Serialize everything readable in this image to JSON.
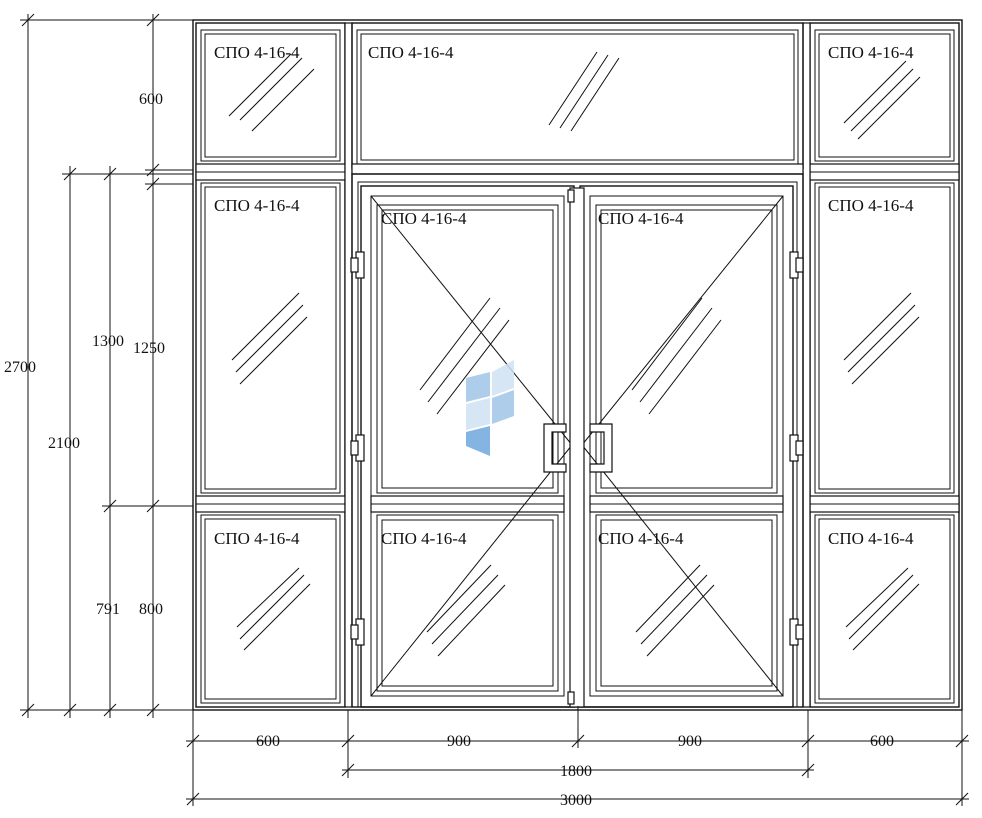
{
  "panes": [
    {
      "id": "top-left",
      "label": "СПО 4-16-4"
    },
    {
      "id": "transom",
      "label": "СПО 4-16-4"
    },
    {
      "id": "top-right",
      "label": "СПО 4-16-4"
    },
    {
      "id": "mid-left",
      "label": "СПО 4-16-4"
    },
    {
      "id": "door-left-upper",
      "label": "СПО 4-16-4"
    },
    {
      "id": "door-right-upper",
      "label": "СПО 4-16-4"
    },
    {
      "id": "mid-right",
      "label": "СПО 4-16-4"
    },
    {
      "id": "bottom-left",
      "label": "СПО 4-16-4"
    },
    {
      "id": "door-left-lower",
      "label": "СПО 4-16-4"
    },
    {
      "id": "door-right-lower",
      "label": "СПО 4-16-4"
    },
    {
      "id": "bottom-right",
      "label": "СПО 4-16-4"
    }
  ],
  "dimensions": {
    "vertical": {
      "total_height": "2700",
      "door_height": "2100",
      "door_upper_panel": "1300",
      "side_middle_panel": "1250",
      "door_lower_panel": "791",
      "side_lower_panel": "800",
      "top_panel": "600"
    },
    "horizontal": {
      "left_section": "600",
      "left_leaf": "900",
      "right_leaf": "900",
      "right_section": "600",
      "door_width": "1800",
      "total_width": "3000"
    }
  },
  "colors": {
    "line": "#111111",
    "logo_light": "#cfe2f3",
    "logo_mid": "#9fc5e8",
    "logo_dark": "#6fa8dc"
  }
}
